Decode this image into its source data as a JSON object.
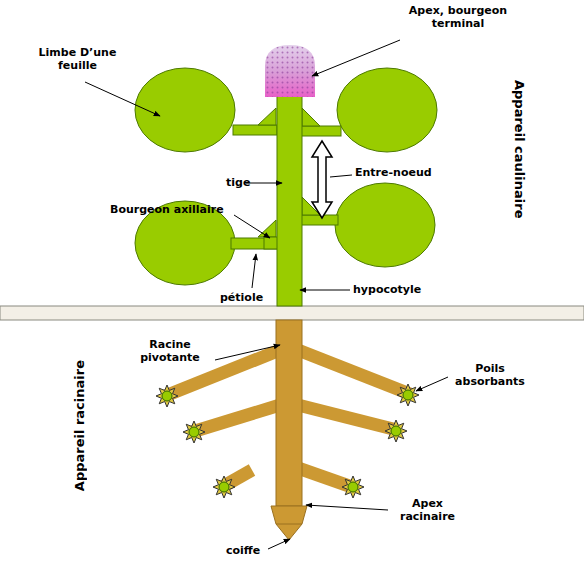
{
  "diagram": {
    "labels": [
      "Apex, bourgeon terminal",
      "Limbe D’une feuille",
      "Appareil caulinaire",
      "tige",
      "Entre-noeud",
      "Bourgeon axillaire",
      "pétiole",
      "hypocotyle",
      "Racine pivotante",
      "Poils absorbants",
      "Appareil racinaire",
      "Apex racinaire",
      "coiffe"
    ]
  }
}
